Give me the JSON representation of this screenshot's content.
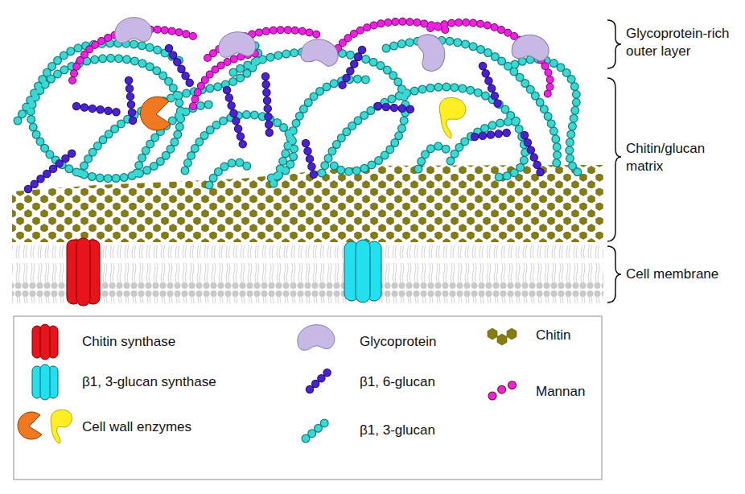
{
  "diagram": {
    "labels": [
      "Glycoprotein-rich outer layer",
      "Chitin/glucan matrix",
      "Cell membrane"
    ],
    "legend": [
      {
        "text": "Chitin synthase"
      },
      {
        "text": "β1, 3-glucan synthase"
      },
      {
        "text": "Cell wall enzymes"
      },
      {
        "text": "Glycoprotein"
      },
      {
        "text": "β1, 6-glucan"
      },
      {
        "text": "β1, 3-glucan"
      },
      {
        "text": "Chitin"
      },
      {
        "text": "Mannan"
      }
    ]
  }
}
